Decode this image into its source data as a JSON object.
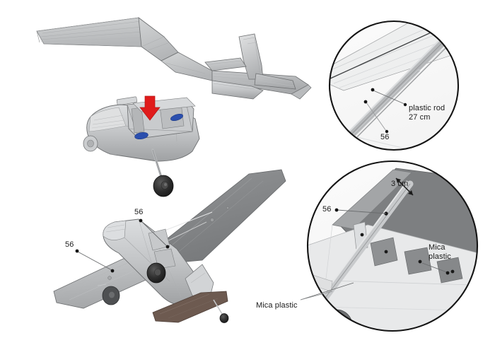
{
  "document": {
    "type": "technical-assembly-illustration",
    "subject": "model airplane construction diagram",
    "background_color": "#ffffff"
  },
  "figures": {
    "main_aircraft": {
      "name": "main-aircraft-view",
      "description": "high-wing model airplane, three-quarter front view",
      "assembly_arrow_color": "#e01b1b"
    },
    "secondary_aircraft": {
      "name": "secondary-aircraft-view",
      "description": "model airplane viewed from below and behind"
    },
    "detail_circle_top": {
      "name": "detail-circle-wing-strut",
      "description": "magnified wing underside with diagonal strut"
    },
    "detail_circle_bottom": {
      "name": "detail-circle-wing-root",
      "description": "magnified wing root, struts and cabin"
    }
  },
  "callouts": {
    "plastic_rod": {
      "line1": "plastic rod",
      "line2": "27 cm"
    },
    "part_56_strut": "56",
    "part_56_wingroot": "56",
    "part_56_fuselage": "56",
    "part_56_wing": "56",
    "dimension_3cm": "3 cm",
    "mica_plastic_right": {
      "line1": "Mica",
      "line2": "plastic"
    },
    "mica_plastic_bottom": "Mica plastic"
  },
  "colors": {
    "body_light": "#d9dadb",
    "body_mid": "#bdbfc1",
    "body_dark": "#9fa1a3",
    "body_darker": "#7e8082",
    "wing_shade": "#8b8d8f",
    "outline": "#6e7072",
    "stroke_dark": "#141414",
    "accent_red": "#e01b1b",
    "accent_blue": "#2b4fae",
    "wheel": "#2d2d2d",
    "stabilizer_brown": "#6d5a50"
  }
}
